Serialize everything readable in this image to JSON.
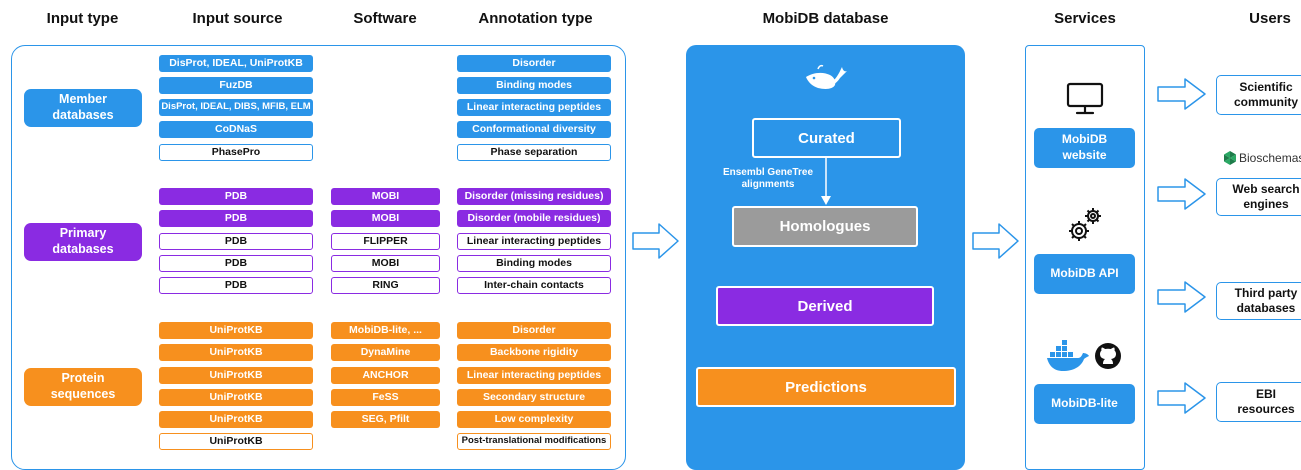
{
  "headers": {
    "input_type": "Input type",
    "input_source": "Input source",
    "software": "Software",
    "annotation_type": "Annotation type",
    "mobidb_database": "MobiDB database",
    "services": "Services",
    "users": "Users"
  },
  "categories": {
    "member": "Member databases",
    "primary": "Primary databases",
    "protein": "Protein sequences"
  },
  "member_rows": [
    {
      "source": "DisProt, IDEAL, UniProtKB",
      "annotation": "Disorder"
    },
    {
      "source": "FuzDB",
      "annotation": "Binding modes"
    },
    {
      "source": "DisProt, IDEAL, DIBS, MFIB, ELM",
      "annotation": "Linear interacting peptides"
    },
    {
      "source": "CoDNaS",
      "annotation": "Conformational diversity"
    },
    {
      "source": "PhasePro",
      "annotation": "Phase separation"
    }
  ],
  "primary_rows": [
    {
      "source": "PDB",
      "software": "MOBI",
      "annotation": "Disorder (missing residues)"
    },
    {
      "source": "PDB",
      "software": "MOBI",
      "annotation": "Disorder (mobile residues)"
    },
    {
      "source": "PDB",
      "software": "FLIPPER",
      "annotation": "Linear interacting peptides"
    },
    {
      "source": "PDB",
      "software": "MOBI",
      "annotation": "Binding modes"
    },
    {
      "source": "PDB",
      "software": "RING",
      "annotation": "Inter-chain contacts"
    }
  ],
  "protein_rows": [
    {
      "source": "UniProtKB",
      "software": "MobiDB-lite, ...",
      "annotation": "Disorder"
    },
    {
      "source": "UniProtKB",
      "software": "DynaMine",
      "annotation": "Backbone rigidity"
    },
    {
      "source": "UniProtKB",
      "software": "ANCHOR",
      "annotation": "Linear interacting peptides"
    },
    {
      "source": "UniProtKB",
      "software": "FeSS",
      "annotation": "Secondary structure"
    },
    {
      "source": "UniProtKB",
      "software": "SEG, Pfilt",
      "annotation": "Low complexity"
    },
    {
      "source": "UniProtKB",
      "software": "",
      "annotation": "Post-translational modifications"
    }
  ],
  "database": {
    "curated": "Curated",
    "ensembl_label_1": "Ensembl GeneTree",
    "ensembl_label_2": "alignments",
    "homologues": "Homologues",
    "derived": "Derived",
    "predictions": "Predictions"
  },
  "services": {
    "website": "MobiDB website",
    "api": "MobiDB API",
    "lite": "MobiDB-lite"
  },
  "users": {
    "scientific": "Scientific community",
    "bioschemas": "Bioschemas",
    "web_search": "Web search engines",
    "third_party": "Third party databases",
    "ebi": "EBI resources"
  },
  "colors": {
    "blue": "#2b95e9",
    "purple": "#8a2be2",
    "orange": "#f7901e",
    "gray": "#9b9b9b"
  },
  "icons": {
    "whale": "whale-icon",
    "monitor": "monitor-icon",
    "gears": "gears-icon",
    "docker": "docker-icon",
    "github": "github-icon",
    "bioschemas": "bioschemas-icon",
    "arrows": "outline-arrow-icon"
  }
}
